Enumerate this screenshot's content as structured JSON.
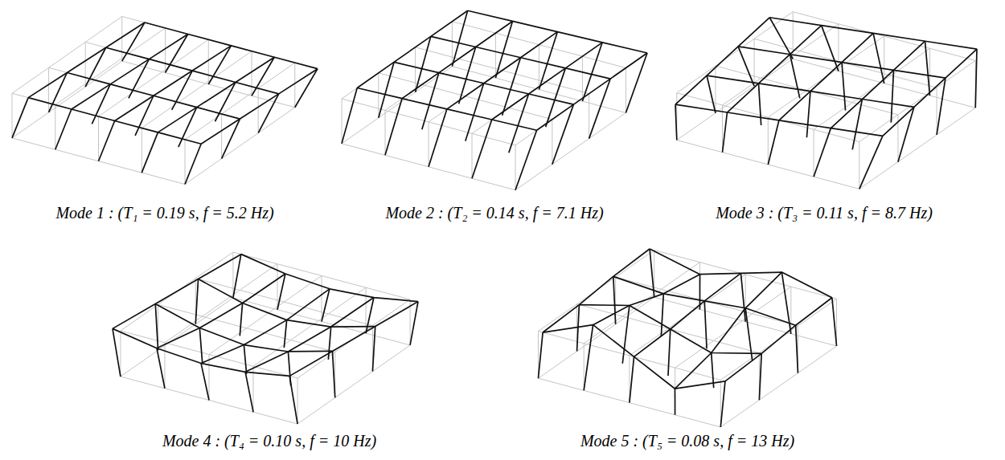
{
  "diagram": {
    "labels": [
      "Mode 1 : (T₁ = 0.19 s, f = 5.2 Hz)",
      "Mode 2 : (T₂ = 0.14 s, f = 7.1 Hz)",
      "Mode 3 : (T₃ = 0.11 s, f = 8.7 Hz)",
      "Mode 4 : (T₄ = 0.10 s, f = 10 Hz)",
      "Mode 5 : (T₅ = 0.08 s, f = 13 Hz)"
    ]
  }
}
